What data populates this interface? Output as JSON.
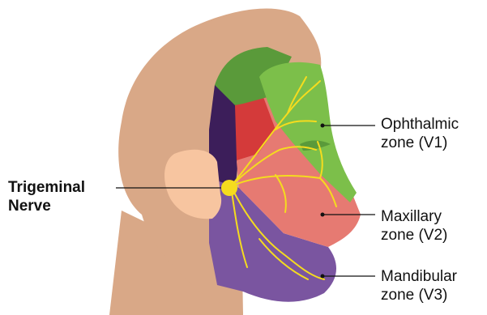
{
  "diagram": {
    "labels": {
      "ophthalmic": {
        "line1": "Ophthalmic",
        "line2": "zone (V1)"
      },
      "maxillary": {
        "line1": "Maxillary",
        "line2": "zone (V2)"
      },
      "mandibular": {
        "line1": "Mandibular",
        "line2": "zone (V3)"
      },
      "trigeminal_nerve": {
        "line1": "Trigeminal",
        "line2": "Nerve"
      }
    },
    "colors": {
      "skin": "#d9a887",
      "ear": "#f7c5a0",
      "ophthalmic_dark": "#5a9a3a",
      "ophthalmic_light": "#7cbf4a",
      "maxillary": "#e67a72",
      "maxillary_deep": "#d43a3a",
      "mandibular": "#7a55a0",
      "temple_dark": "#3c1e5a",
      "nerve": "#f5dc1e",
      "leader_line": "#111111"
    }
  }
}
